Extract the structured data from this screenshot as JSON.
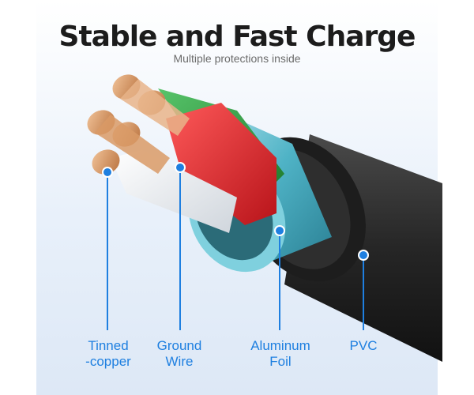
{
  "header": {
    "title": "Stable and Fast Charge",
    "subtitle": "Multiple protections inside"
  },
  "layers": [
    {
      "id": "tinned-copper",
      "lines": [
        "Tinned",
        "-copper"
      ]
    },
    {
      "id": "ground-wire",
      "lines": [
        "Ground",
        "Wire"
      ]
    },
    {
      "id": "aluminum-foil",
      "lines": [
        "Aluminum",
        "Foil"
      ]
    },
    {
      "id": "pvc",
      "lines": [
        "PVC"
      ]
    }
  ],
  "colors": {
    "accent": "#1e7fe0",
    "pvc": "#2b2b2b",
    "foil": "#5ab8c9",
    "red_wire": "#e0262b",
    "green_wire": "#2e9e3e",
    "white_wire": "#f2f2f2",
    "copper": "#d8925a"
  }
}
